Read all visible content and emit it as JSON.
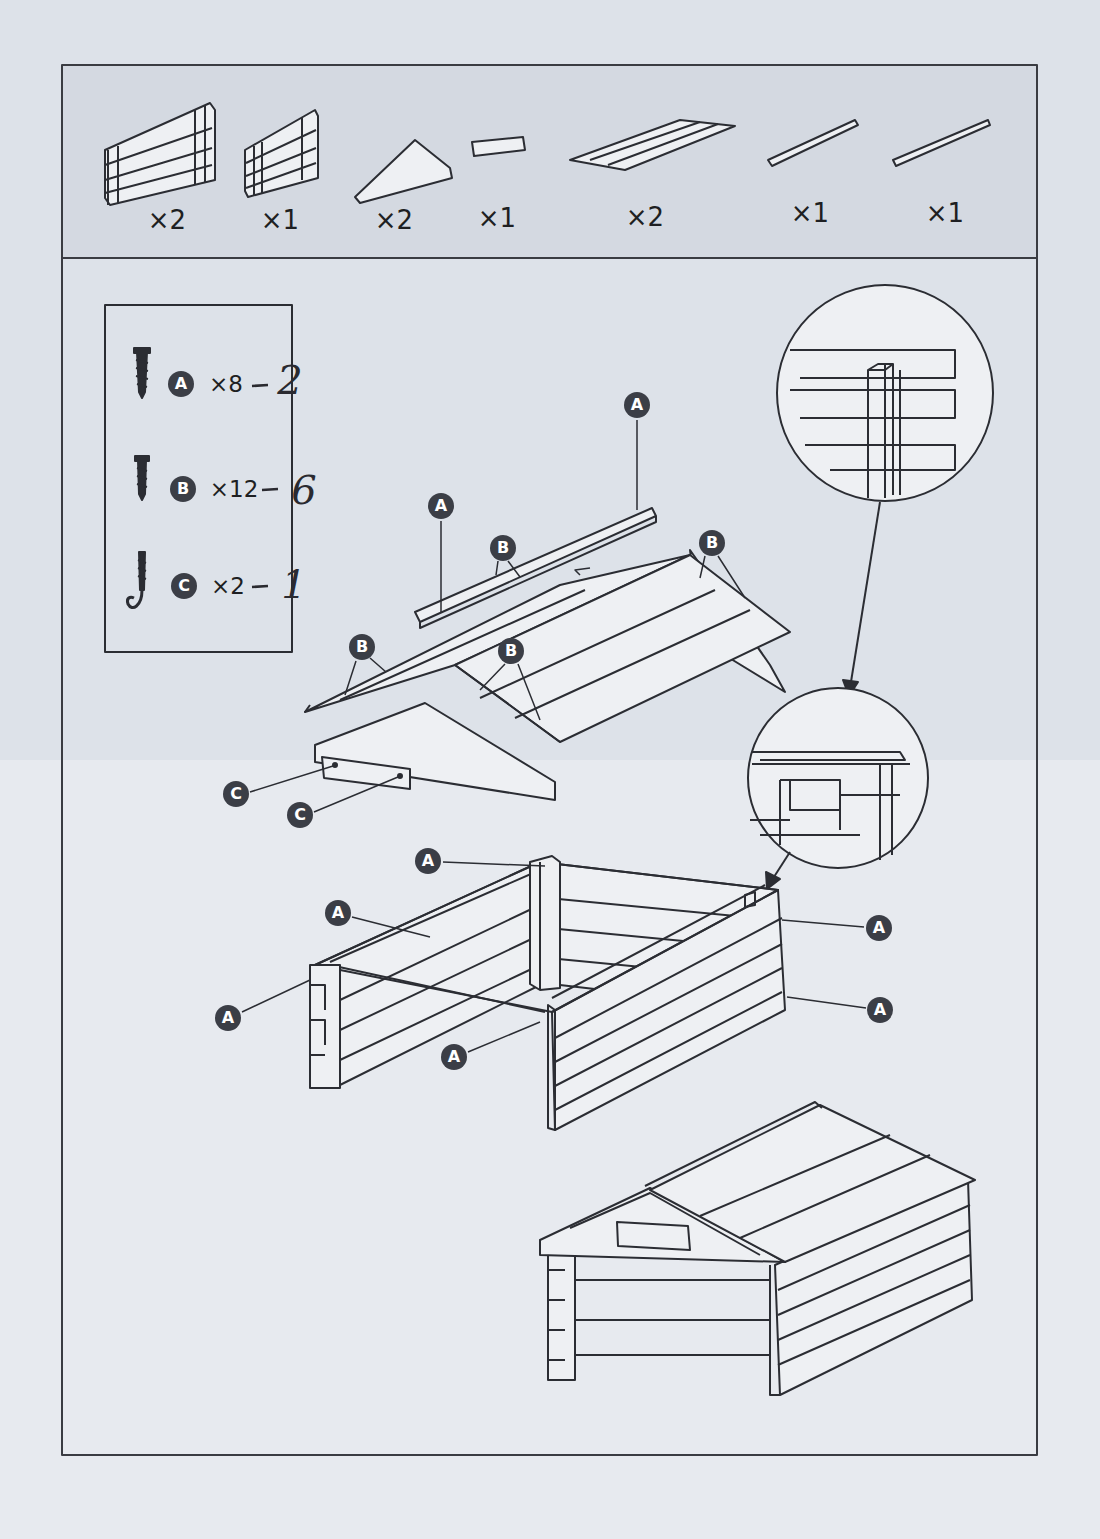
{
  "diagram": {
    "labels": [
      "×2",
      "×1",
      "×2",
      "×1",
      "×2",
      "×1",
      "×1",
      "A",
      "×8",
      "2",
      "B",
      "×12",
      "6",
      "C",
      "×2",
      "1",
      "A",
      "A",
      "B",
      "B",
      "B",
      "B",
      "C",
      "C",
      "A",
      "A",
      "A",
      "A",
      "A",
      "A"
    ]
  }
}
